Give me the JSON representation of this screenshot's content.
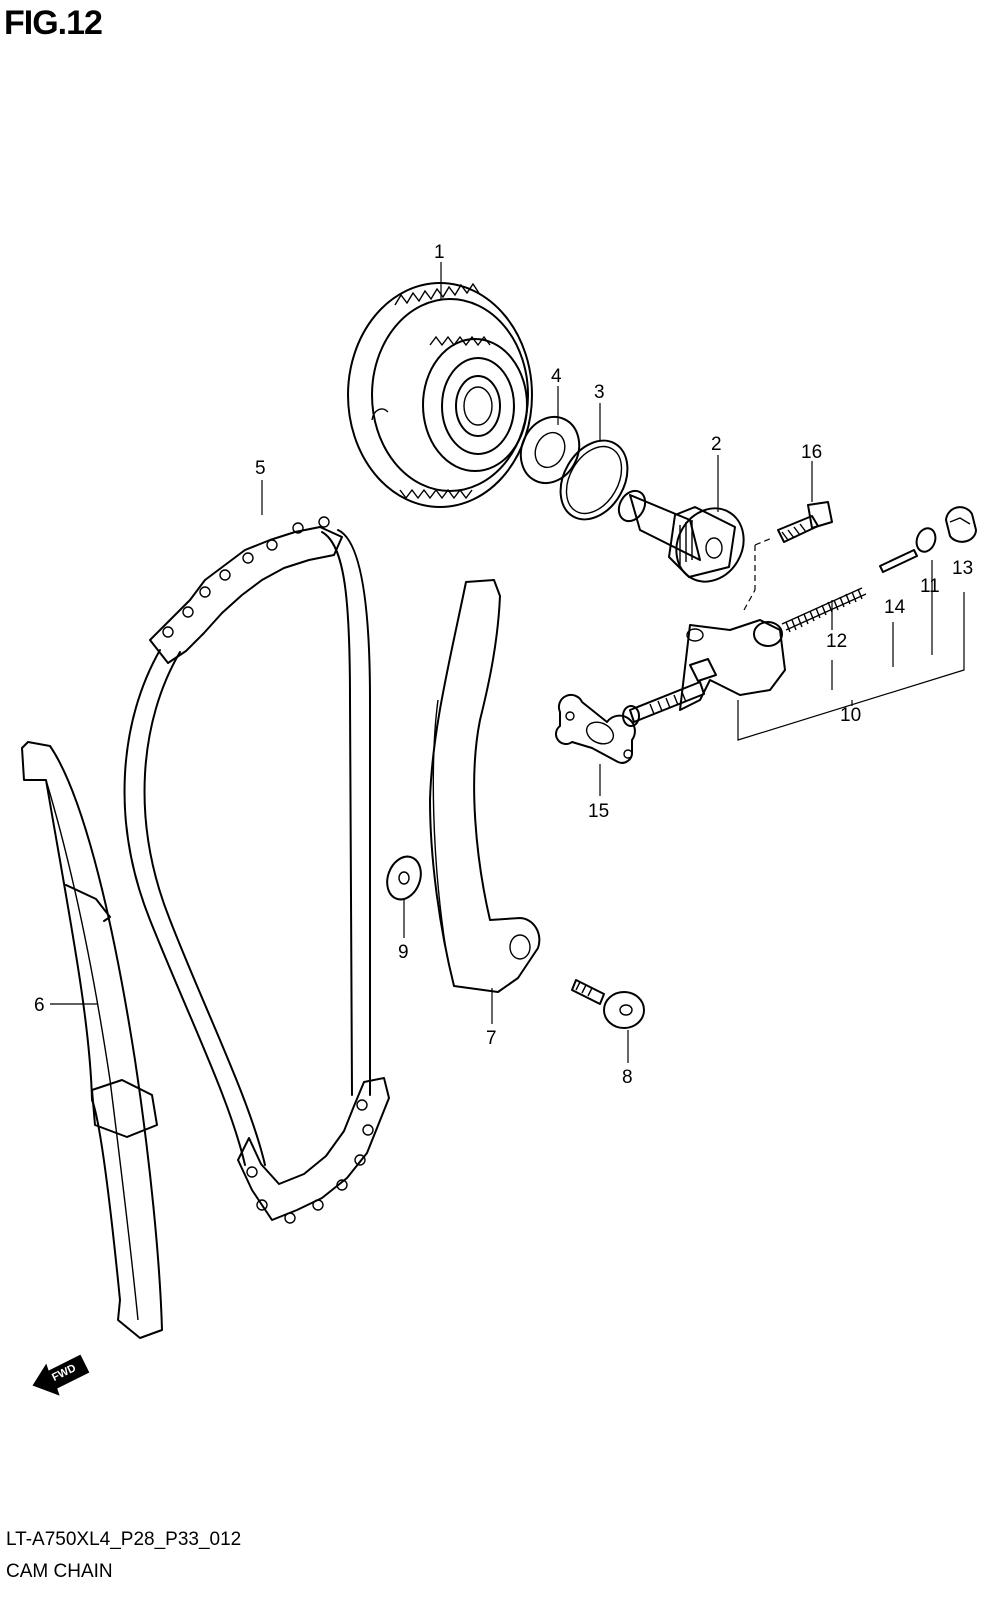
{
  "title": "FIG.12",
  "footer": {
    "code": "LT-A750XL4_P28_P33_012",
    "name": "CAM CHAIN"
  },
  "fwd_label": "FWD",
  "callouts": [
    "1",
    "2",
    "3",
    "4",
    "5",
    "6",
    "7",
    "8",
    "9",
    "10",
    "11",
    "12",
    "13",
    "14",
    "15",
    "16"
  ],
  "icons": {
    "fwd": "forward-direction-arrow-icon"
  }
}
